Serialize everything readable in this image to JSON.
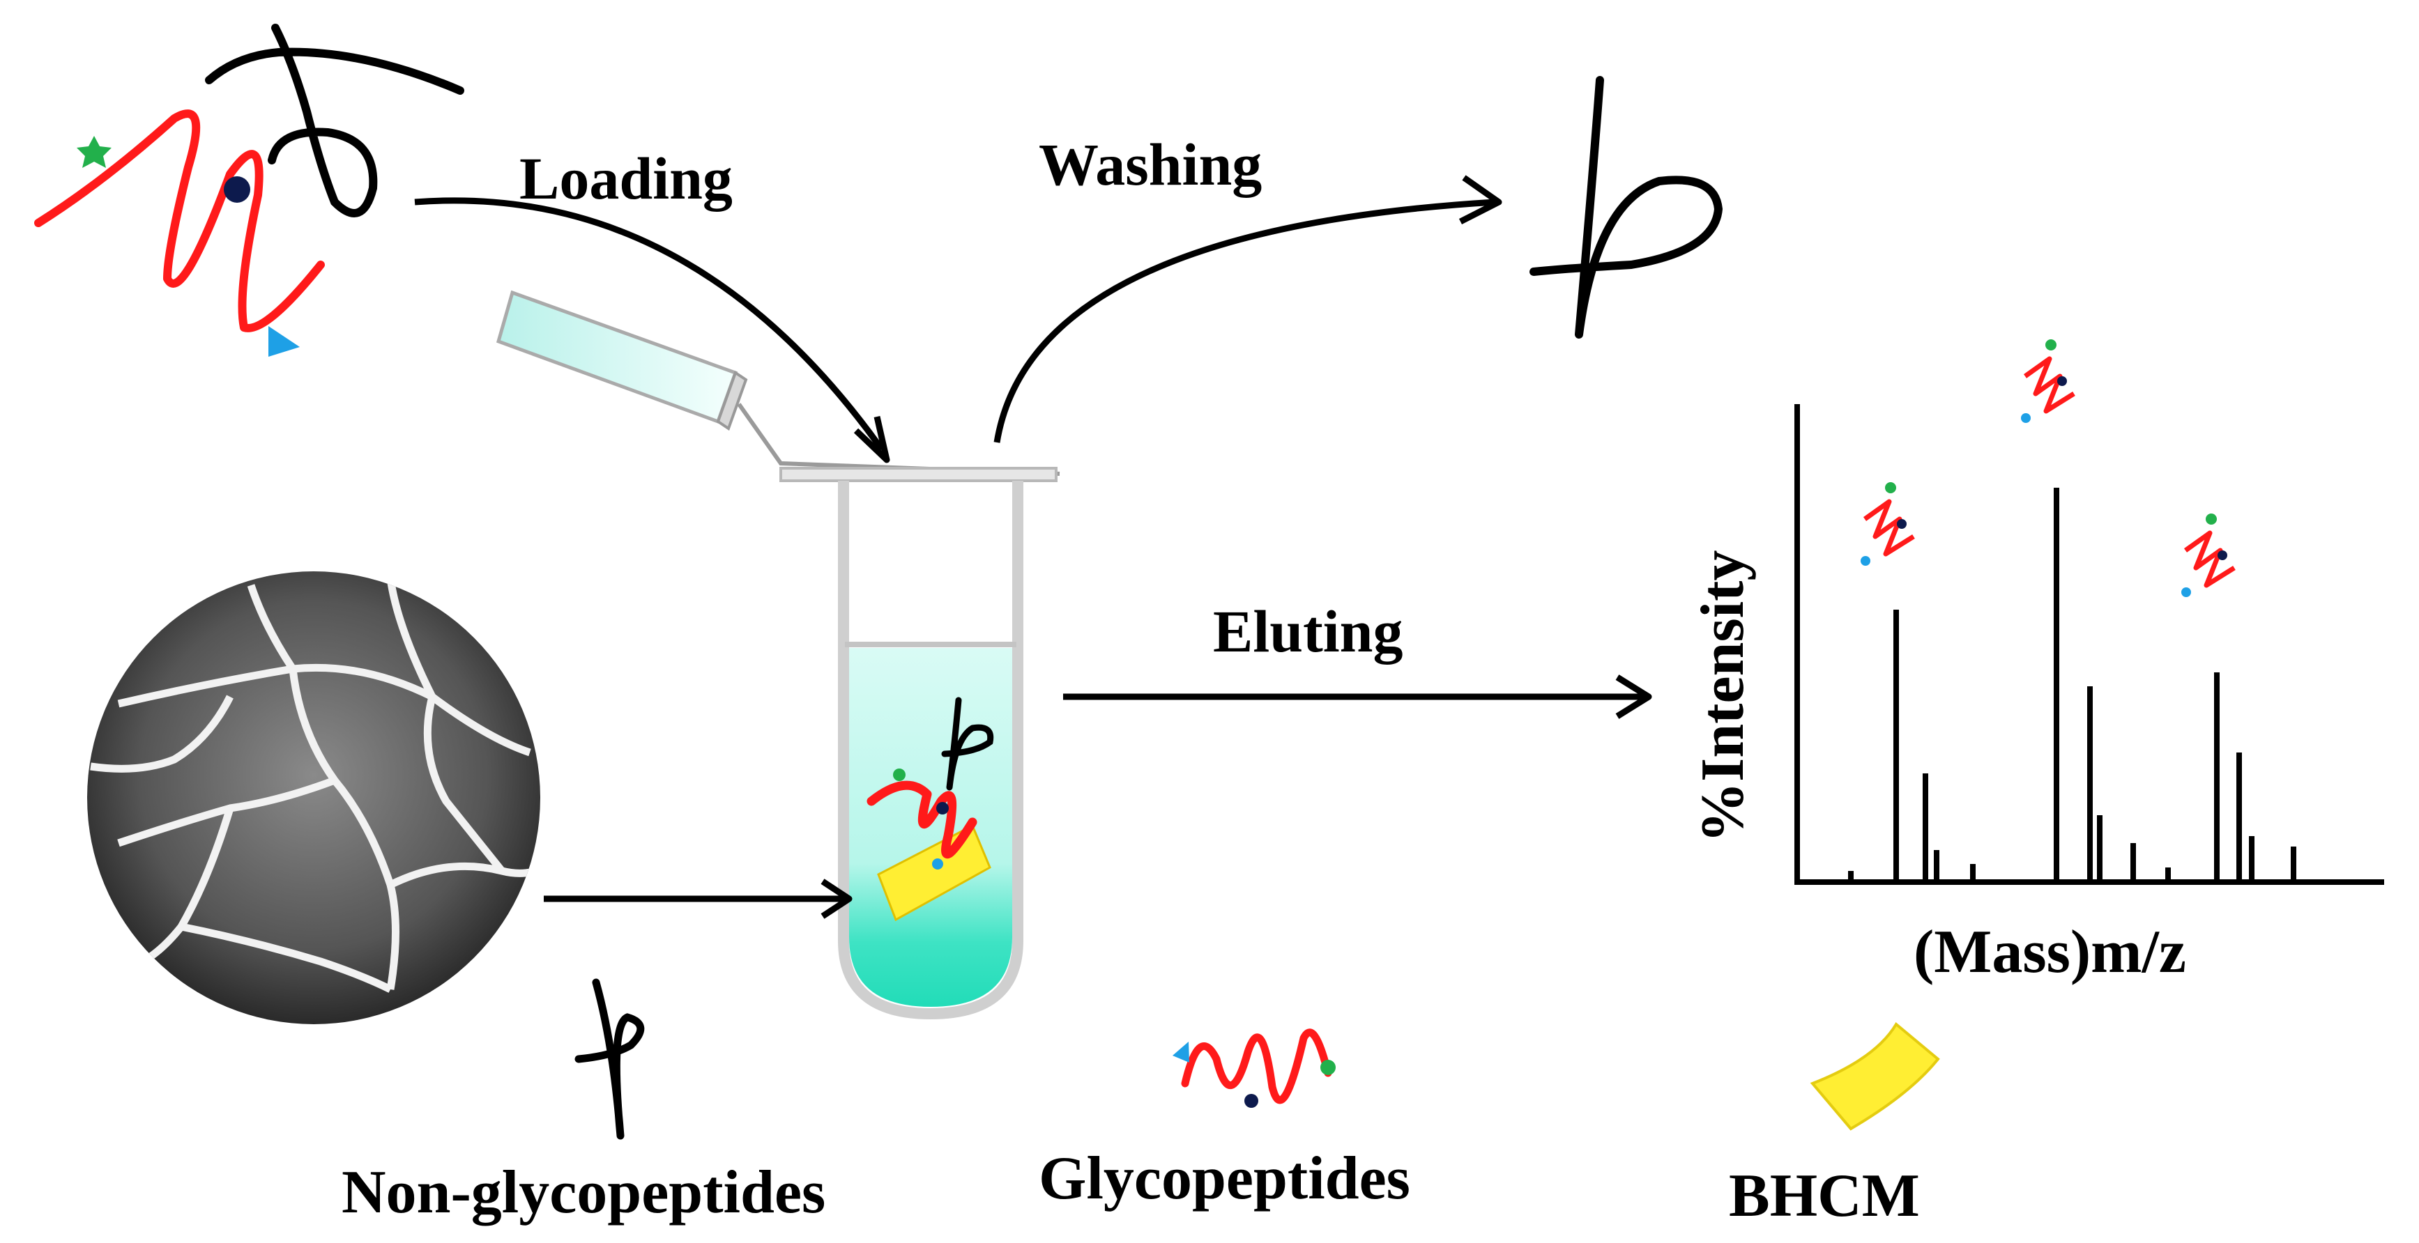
{
  "steps": {
    "loading": "Loading",
    "washing": "Washing",
    "eluting": "Eluting"
  },
  "spectrum": {
    "ylabel": "%Intensity",
    "xlabel": "(Mass)m/z"
  },
  "legend": {
    "non_glycopeptides": "Non-glycopeptides",
    "glycopeptides": "Glycopeptides",
    "bhcm": "BHCM"
  },
  "colors": {
    "peptide_chain": "#ff1a1a",
    "non_glyco_chain": "#000000",
    "glycan_star": "#22b04b",
    "glycan_dot": "#0d1a4d",
    "glycan_triangle": "#1ea0e6",
    "material": "#ffee33",
    "solution_top": "#d9fbf5",
    "solution_bottom": "#2ee0bf"
  },
  "icons": [
    "arrow-icon",
    "pipette-tip-icon",
    "microtube-icon",
    "sem-micrograph-icon",
    "spectrum-icon"
  ]
}
